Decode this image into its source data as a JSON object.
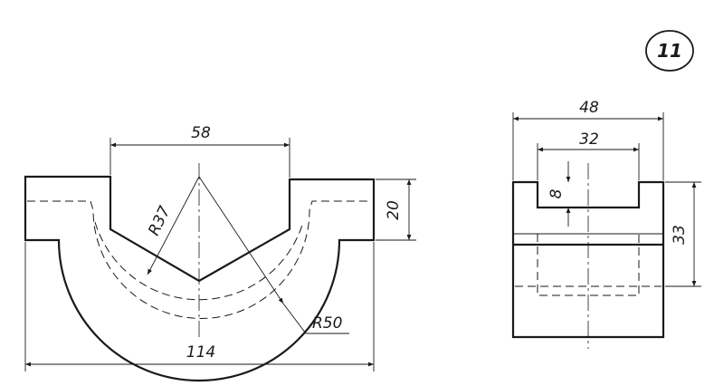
{
  "sheet": {
    "number": "11"
  },
  "front_view": {
    "dims": {
      "top_width": "58",
      "right_height": "20",
      "inner_radius": "R37",
      "outer_radius": "R50",
      "overall_width": "114"
    }
  },
  "side_view": {
    "dims": {
      "overall_width": "48",
      "slot_width": "32",
      "slot_depth": "8",
      "height": "33"
    }
  }
}
